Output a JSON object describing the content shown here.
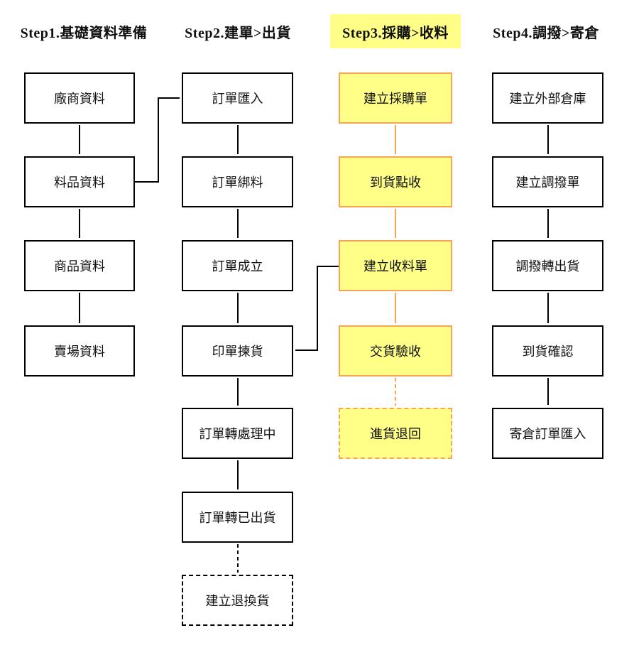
{
  "diagram": {
    "colors": {
      "yellow_fill": "#FFFF88",
      "orange_accent": "#F7A456",
      "line_black": "#000000"
    },
    "columns": [
      {
        "header": "Step1.基礎資料準備",
        "highlighted": false,
        "boxes": [
          {
            "label": "廠商資料"
          },
          {
            "label": "料品資料"
          },
          {
            "label": "商品資料"
          },
          {
            "label": "賣場資料"
          }
        ]
      },
      {
        "header": "Step2.建單>出貨",
        "highlighted": false,
        "boxes": [
          {
            "label": "訂單匯入"
          },
          {
            "label": "訂單綁料"
          },
          {
            "label": "訂單成立"
          },
          {
            "label": "印單揀貨"
          },
          {
            "label": "訂單轉處理中"
          },
          {
            "label": "訂單轉已出貨"
          },
          {
            "label": "建立退換貨",
            "style": "dashed"
          }
        ]
      },
      {
        "header": "Step3.採購>收料",
        "highlighted": true,
        "boxes": [
          {
            "label": "建立採購單",
            "style": "yellow"
          },
          {
            "label": "到貨點收",
            "style": "yellow"
          },
          {
            "label": "建立收料單",
            "style": "yellow"
          },
          {
            "label": "交貨驗收",
            "style": "yellow"
          },
          {
            "label": "進貨退回",
            "style": "yellow-dashed"
          }
        ]
      },
      {
        "header": "Step4.調撥>寄倉",
        "highlighted": false,
        "boxes": [
          {
            "label": "建立外部倉庫"
          },
          {
            "label": "建立調撥單"
          },
          {
            "label": "調撥轉出貨"
          },
          {
            "label": "到貨確認"
          },
          {
            "label": "寄倉訂單匯入"
          }
        ]
      }
    ]
  }
}
